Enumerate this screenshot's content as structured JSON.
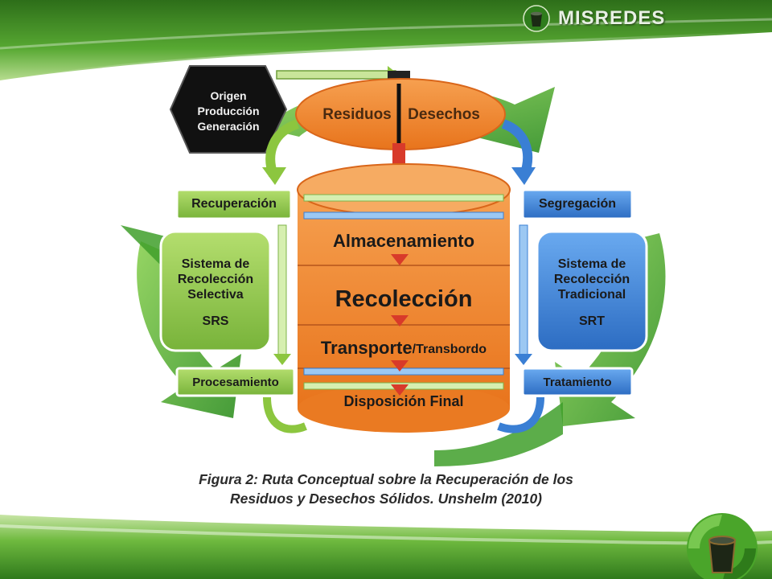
{
  "brand": {
    "name": "MISREDES"
  },
  "icons": {
    "brand_logo": "recycle-bin-icon"
  },
  "colors": {
    "banner_green": "#3f8f28",
    "orange": "#f0822a",
    "green_box": "#8cc63f",
    "blue_box": "#3a7fd4",
    "black_hex": "#111111",
    "recycle_arrow_green": "#4cb030"
  },
  "diagram": {
    "origin": [
      "Origen",
      "Producción",
      "Generación"
    ],
    "top": {
      "left": "Residuos",
      "right": "Desechos"
    },
    "left_top": "Recuperación",
    "right_top": "Segregación",
    "left_system": {
      "lines": [
        "Sistema de",
        "Recolección",
        "Selectiva"
      ],
      "code": "SRS"
    },
    "right_system": {
      "lines": [
        "Sistema de",
        "Recolección",
        "Tradicional"
      ],
      "code": "SRT"
    },
    "left_bottom": "Procesamiento",
    "right_bottom": "Tratamiento",
    "stages": {
      "almacenamiento": "Almacenamiento",
      "recoleccion": "Recolección",
      "transporte": "Transporte",
      "transbordo": "/Transbordo",
      "disposicion": "Disposición Final"
    }
  },
  "caption": {
    "line1": "Figura 2: Ruta Conceptual sobre la Recuperación de los",
    "line2": "Residuos y Desechos Sólidos. Unshelm (2010)"
  }
}
